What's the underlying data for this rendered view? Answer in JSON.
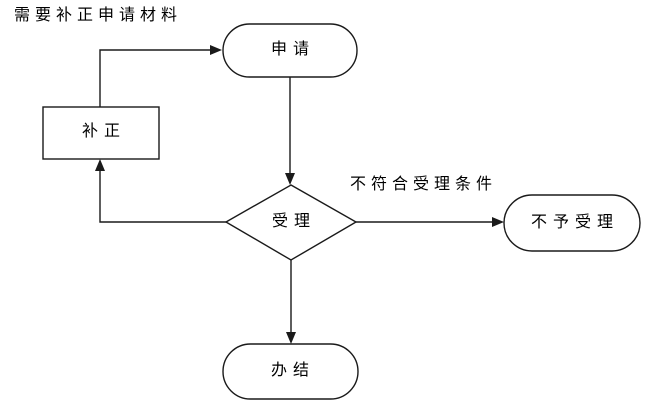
{
  "diagram": {
    "type": "flowchart",
    "background_color": "#ffffff",
    "stroke_color": "#1a1a1a",
    "text_color": "#000000",
    "annotations": {
      "need_supplement": "需要补正申请材料",
      "reject_condition": "不符合受理条件"
    },
    "nodes": [
      {
        "id": "apply",
        "label": "申请",
        "shape": "terminator"
      },
      {
        "id": "supplement",
        "label": "补正",
        "shape": "process"
      },
      {
        "id": "accept",
        "label": "受理",
        "shape": "decision"
      },
      {
        "id": "reject",
        "label": "不予受理",
        "shape": "terminator"
      },
      {
        "id": "complete",
        "label": "办结",
        "shape": "terminator"
      }
    ],
    "edges": [
      {
        "from": "apply",
        "to": "accept",
        "label": ""
      },
      {
        "from": "accept",
        "to": "reject",
        "label": "不符合受理条件"
      },
      {
        "from": "accept",
        "to": "supplement",
        "label": "需要补正申请材料"
      },
      {
        "from": "supplement",
        "to": "apply",
        "label": ""
      },
      {
        "from": "accept",
        "to": "complete",
        "label": ""
      }
    ]
  }
}
